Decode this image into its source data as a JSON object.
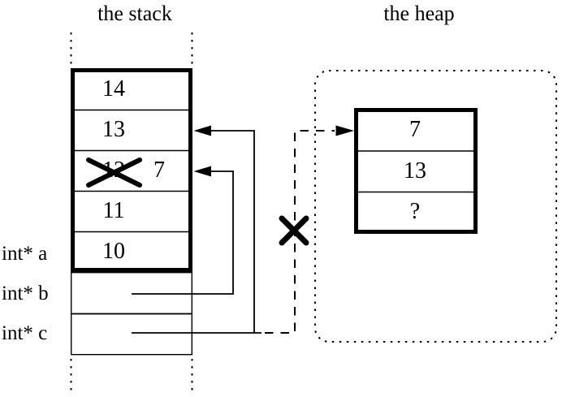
{
  "stack": {
    "title": "the stack",
    "rows": [
      {
        "value": "14"
      },
      {
        "value": "13"
      },
      {
        "old_value": "12",
        "new_value": "7"
      },
      {
        "value": "11"
      },
      {
        "value": "10"
      }
    ],
    "vars": [
      {
        "label": "int* a"
      },
      {
        "label": "int* b"
      },
      {
        "label": "int* c"
      }
    ]
  },
  "heap": {
    "title": "the heap",
    "rows": [
      {
        "value": "7"
      },
      {
        "value": "13"
      },
      {
        "value": "?"
      }
    ]
  },
  "icons": {
    "cross_out": "✕",
    "arrow_left": "◀",
    "arrow_right": "▶"
  },
  "colors": {
    "ink": "#000000",
    "background": "#ffffff"
  }
}
